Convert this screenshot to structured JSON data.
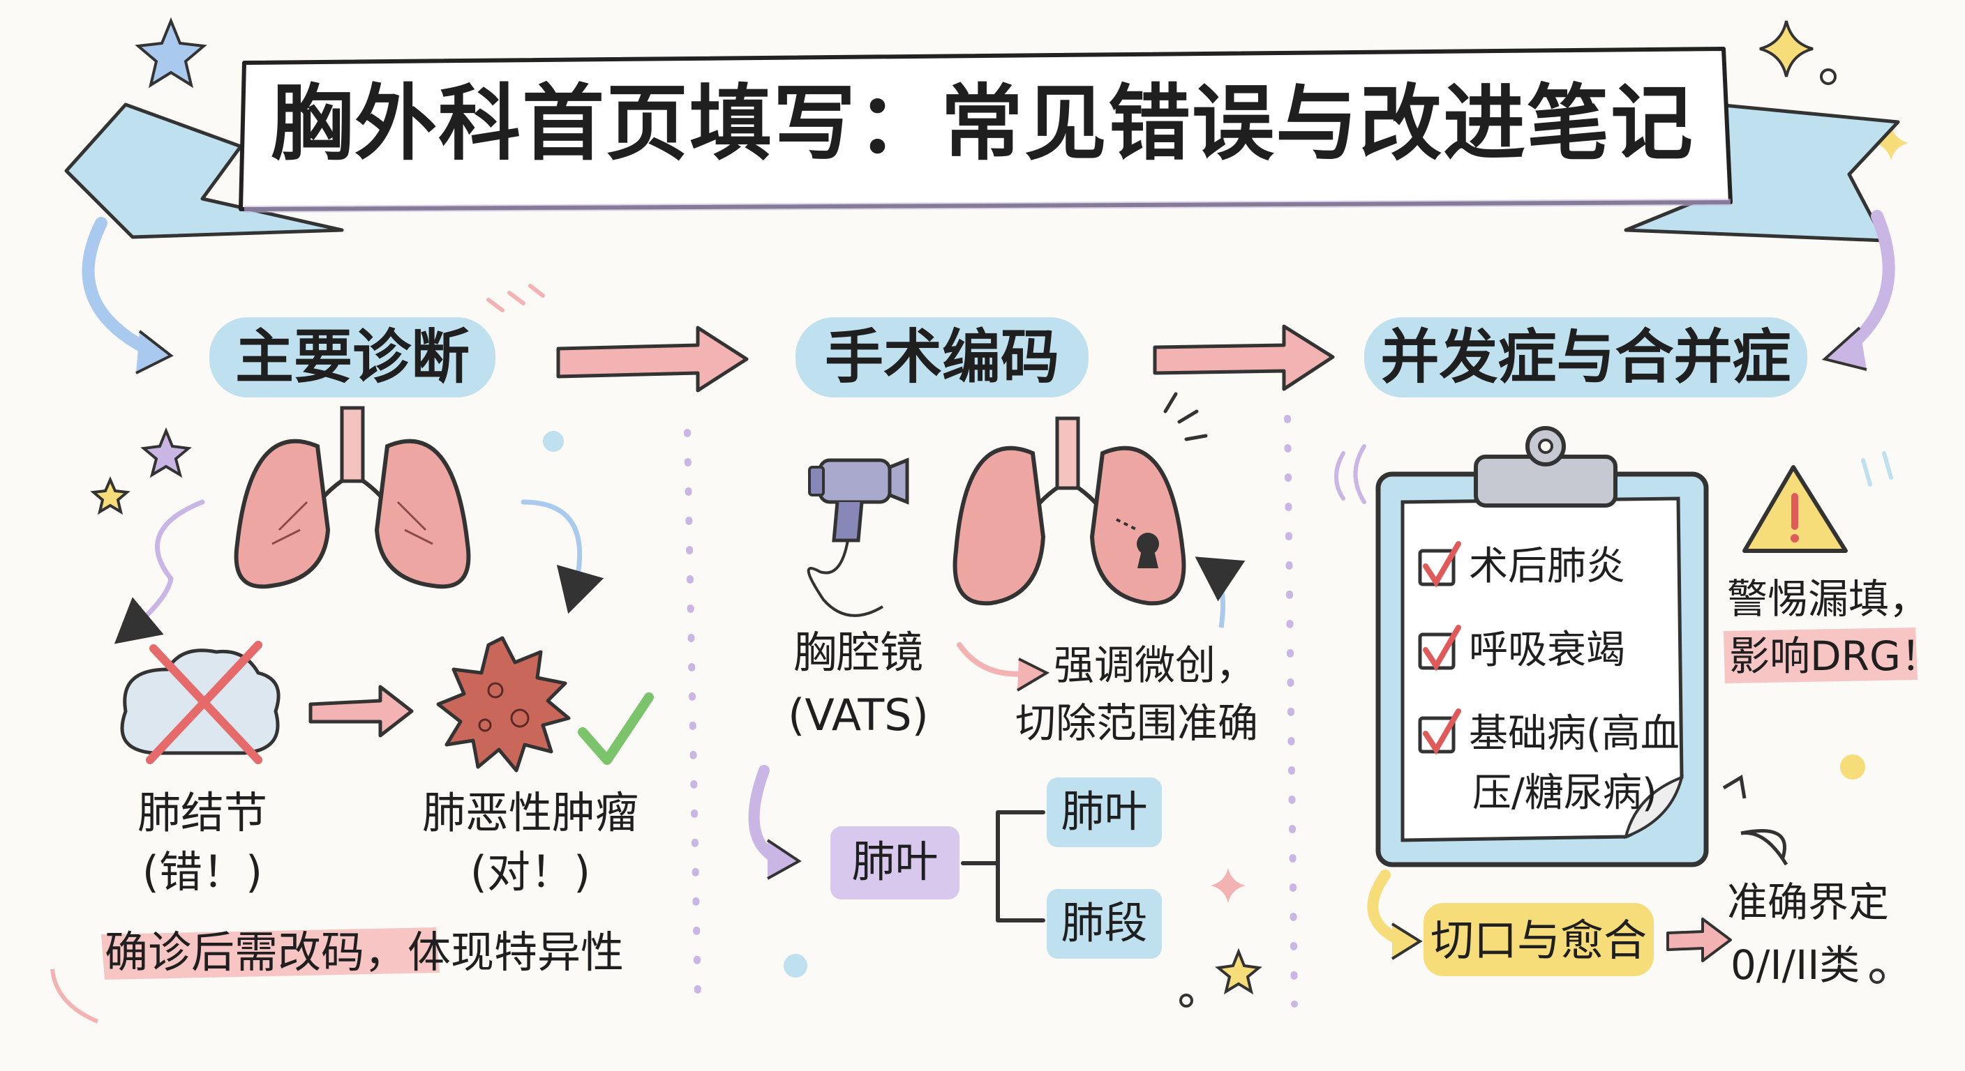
{
  "title": "胸外科首页填写：常见错误与改进笔记",
  "sections": {
    "diagnosis": {
      "header": "主要诊断",
      "wrong_label": "肺结节",
      "wrong_tag": "(错！)",
      "right_label": "肺恶性肿瘤",
      "right_tag": "(对！)",
      "note": "确诊后需改码，体现特异性"
    },
    "surgery": {
      "header": "手术编码",
      "device_label_1": "胸腔镜",
      "device_label_2": "(VATS)",
      "emphasis_1": "强调微创，",
      "emphasis_2": "切除范围准确",
      "branch_root": "肺叶",
      "branch_options": [
        "肺叶",
        "肺段"
      ]
    },
    "complications": {
      "header": "并发症与合并症",
      "checklist": [
        "术后肺炎",
        "呼吸衰竭",
        "基础病(高血",
        "压/糖尿病)"
      ],
      "warning_1": "警惕漏填，",
      "warning_2": "影响DRG！",
      "incision_label": "切口与愈合",
      "classify_1": "准确界定",
      "classify_2": "0/I/II类"
    }
  },
  "colors": {
    "pink": "#f4b3b3",
    "blue": "#bfe0ee",
    "purple": "#c9b6e4",
    "yellow": "#f7dd7a",
    "lung": "#eda6a2",
    "tumor": "#c9685a",
    "check_green": "#7cc46b",
    "cross_red": "#e66a6a"
  }
}
